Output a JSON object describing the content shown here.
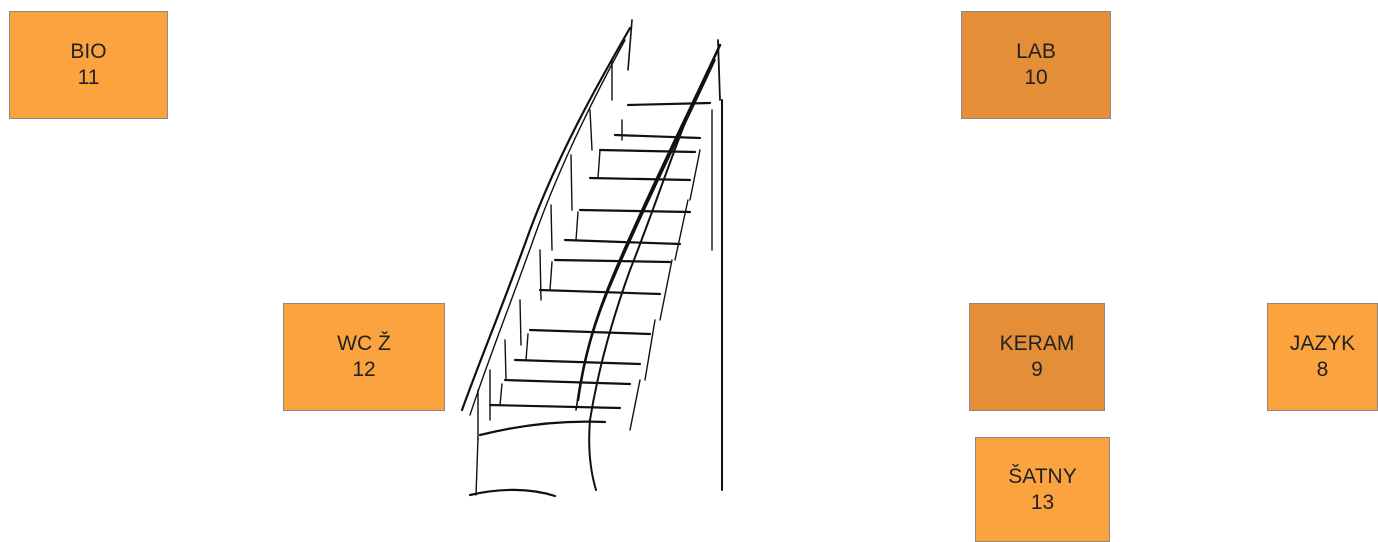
{
  "colors": {
    "room_light": "#FBA43F",
    "room_dark": "#E48E38",
    "room_border": "#8A8A8A",
    "sketch": "#111111"
  },
  "drawing": {
    "icon": "staircase-sketch"
  },
  "rooms": [
    {
      "id": "bio",
      "name": "BIO",
      "number": "11",
      "tone": "light"
    },
    {
      "id": "lab",
      "name": "LAB",
      "number": "10",
      "tone": "dark"
    },
    {
      "id": "wc",
      "name": "WC Ž",
      "number": "12",
      "tone": "light"
    },
    {
      "id": "keram",
      "name": "KERAM",
      "number": "9",
      "tone": "dark"
    },
    {
      "id": "jazyk",
      "name": "JAZYK",
      "number": "8",
      "tone": "light"
    },
    {
      "id": "satny",
      "name": "ŠATNY",
      "number": "13",
      "tone": "light"
    }
  ]
}
